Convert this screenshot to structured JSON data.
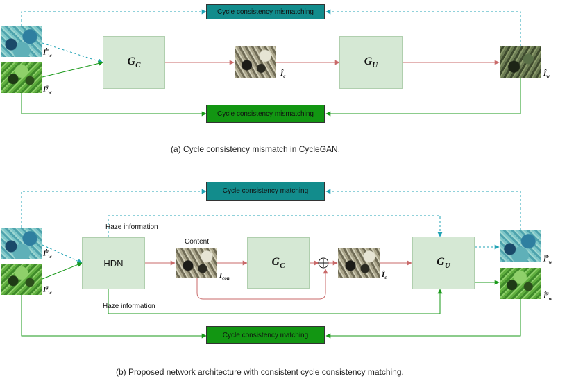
{
  "top": {
    "caption": "(a) Cycle consistency mismatch in CycleGAN.",
    "gc": {
      "letter": "G",
      "sub": "C"
    },
    "gu": {
      "letter": "G",
      "sub": "U"
    },
    "bar_top": "Cycle consistency mismatching",
    "bar_bottom": "Cycle consistency mismatching",
    "label_iwb": {
      "base": "I",
      "sub": "w",
      "sup": "b"
    },
    "label_iwg": {
      "base": "I",
      "sub": "w",
      "sup": "g"
    },
    "label_ic": {
      "base": "Î",
      "sub": "c"
    },
    "label_iw": {
      "base": "Î",
      "sub": "w"
    }
  },
  "bottom": {
    "caption": "(b) Proposed network architecture with consistent cycle consistency matching.",
    "hdn": "HDN",
    "gc": {
      "letter": "G",
      "sub": "C"
    },
    "gu": {
      "letter": "G",
      "sub": "U"
    },
    "bar_top": "Cycle consistency matching",
    "bar_bottom": "Cycle consistency matching",
    "haze_top": "Haze information",
    "haze_bottom": "Haze information",
    "content": "Content",
    "plus": "+",
    "label_iwb": {
      "base": "I",
      "sub": "w",
      "sup": "b"
    },
    "label_iwg": {
      "base": "I",
      "sub": "w",
      "sup": "g"
    },
    "label_icon": {
      "base": "I",
      "sub": "con"
    },
    "label_ic": {
      "base": "Î",
      "sub": "c"
    },
    "label_out_b": {
      "base": "Î",
      "sub": "w",
      "sup": "b"
    },
    "label_out_g": {
      "base": "Î",
      "sub": "w",
      "sup": "g"
    }
  },
  "colors": {
    "teal_line": "#21a3b5",
    "green_line": "#1a9a1a",
    "red_line": "#c96a6a",
    "teal_bar": "#128c8c",
    "green_bar": "#129612",
    "box_fill": "#d5e8d4"
  }
}
